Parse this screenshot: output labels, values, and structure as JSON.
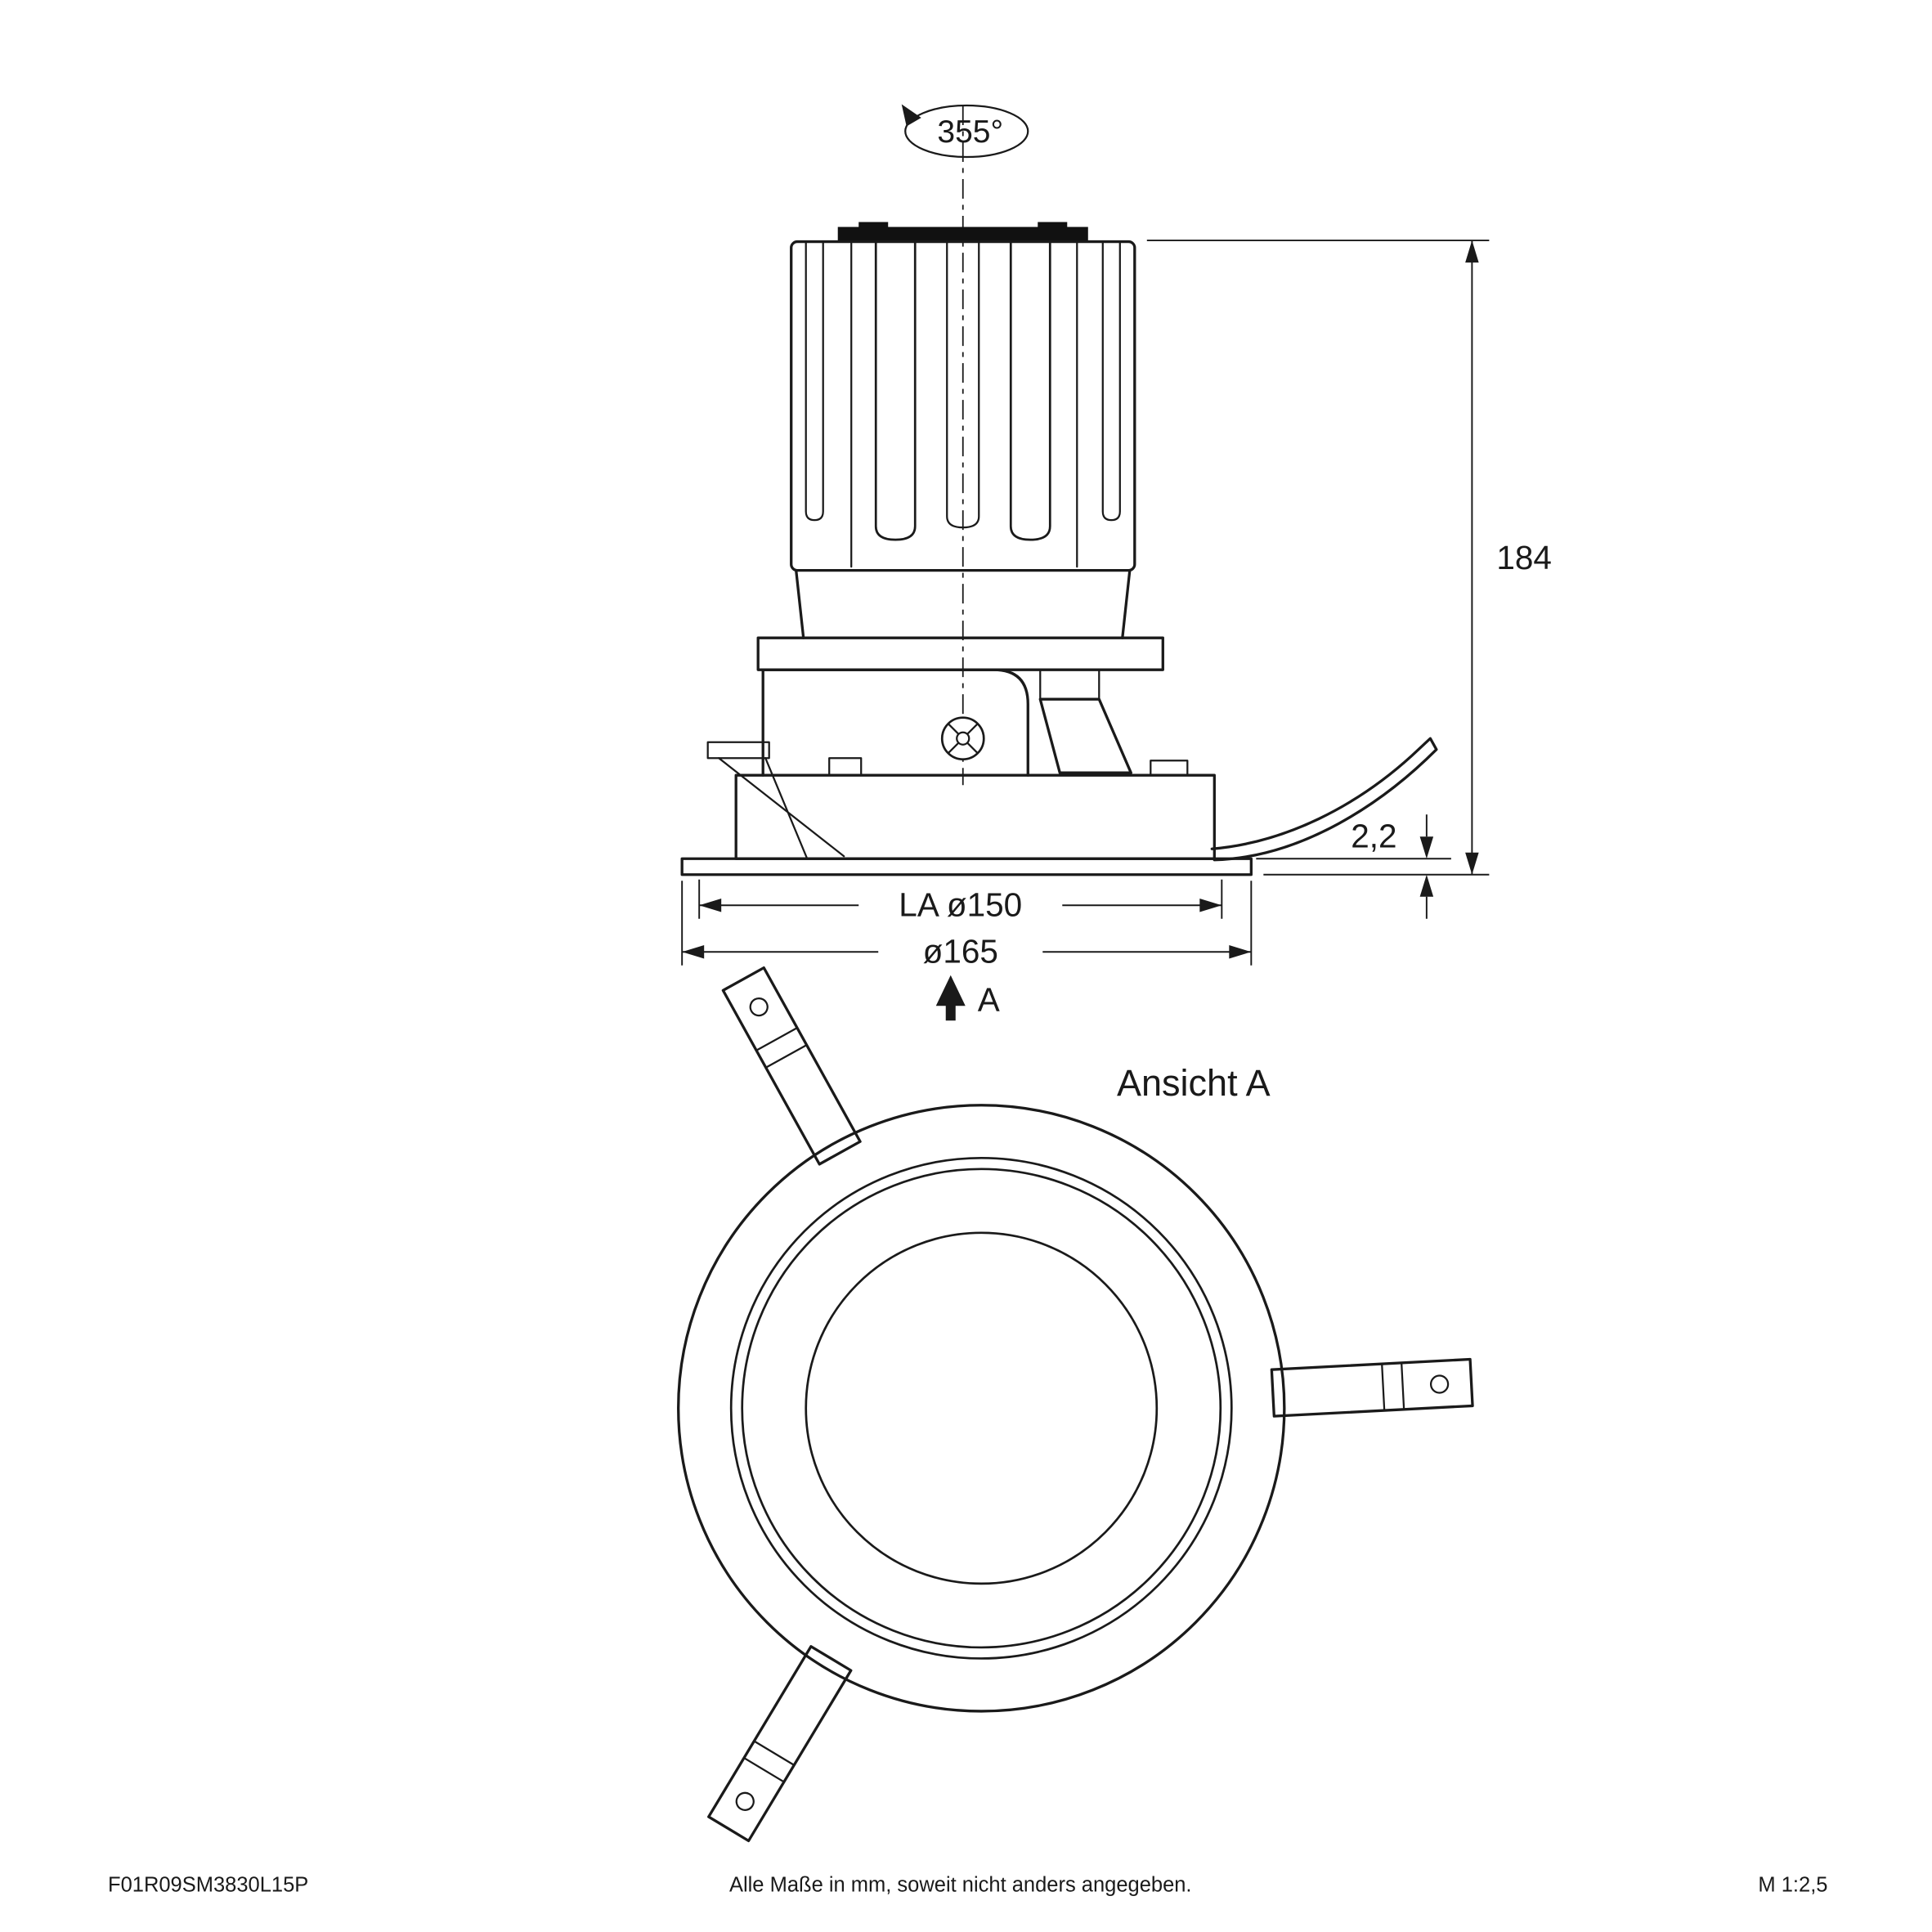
{
  "side_view": {
    "rotation_angle": "355°",
    "dim_height": "184",
    "dim_flange_thickness": "2,2",
    "dim_cutout_diameter": "LA ø150",
    "dim_outer_diameter": "ø165",
    "view_arrow_label": "A"
  },
  "top_view": {
    "label": "Ansicht A"
  },
  "footer": {
    "article_number": "F01R09SM3830L15P",
    "note": "Alle Maße in mm, soweit nicht anders angegeben.",
    "scale": "M 1:2,5"
  }
}
